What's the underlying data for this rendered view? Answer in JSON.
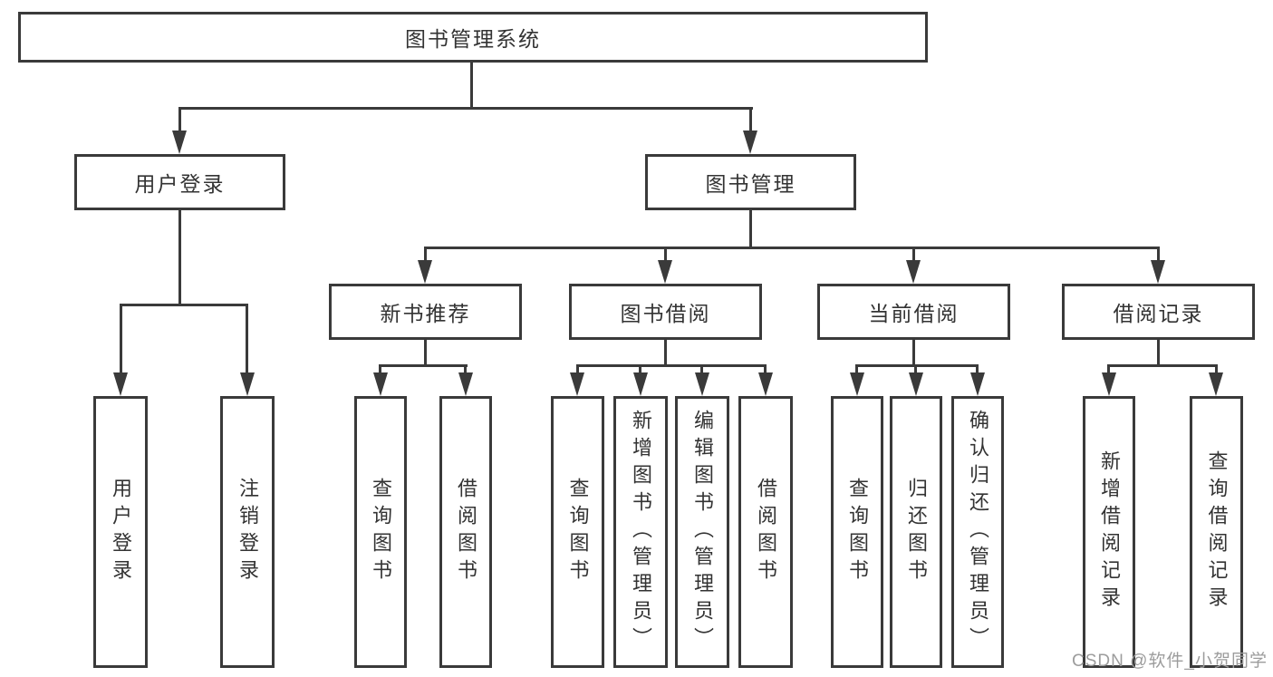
{
  "diagram": {
    "root": "图书管理系统",
    "branches": [
      {
        "label": "用户登录",
        "children": [
          "用户登录",
          "注销登录"
        ]
      },
      {
        "label": "图书管理",
        "sections": [
          {
            "label": "新书推荐",
            "children": [
              "查询图书",
              "借阅图书"
            ]
          },
          {
            "label": "图书借阅",
            "children": [
              "查询图书",
              "新增图书（管理员）",
              "编辑图书（管理员）",
              "借阅图书"
            ]
          },
          {
            "label": "当前借阅",
            "children": [
              "查询图书",
              "归还图书",
              "确认归还（管理员）"
            ]
          },
          {
            "label": "借阅记录",
            "children": [
              "新增借阅记录",
              "查询借阅记录"
            ]
          }
        ]
      }
    ]
  },
  "watermark": "CSDN @软件_小贺同学",
  "colors": {
    "line": "#3a3a3a",
    "text": "#333333",
    "watermark": "#9c9c9c",
    "background": "#ffffff"
  }
}
